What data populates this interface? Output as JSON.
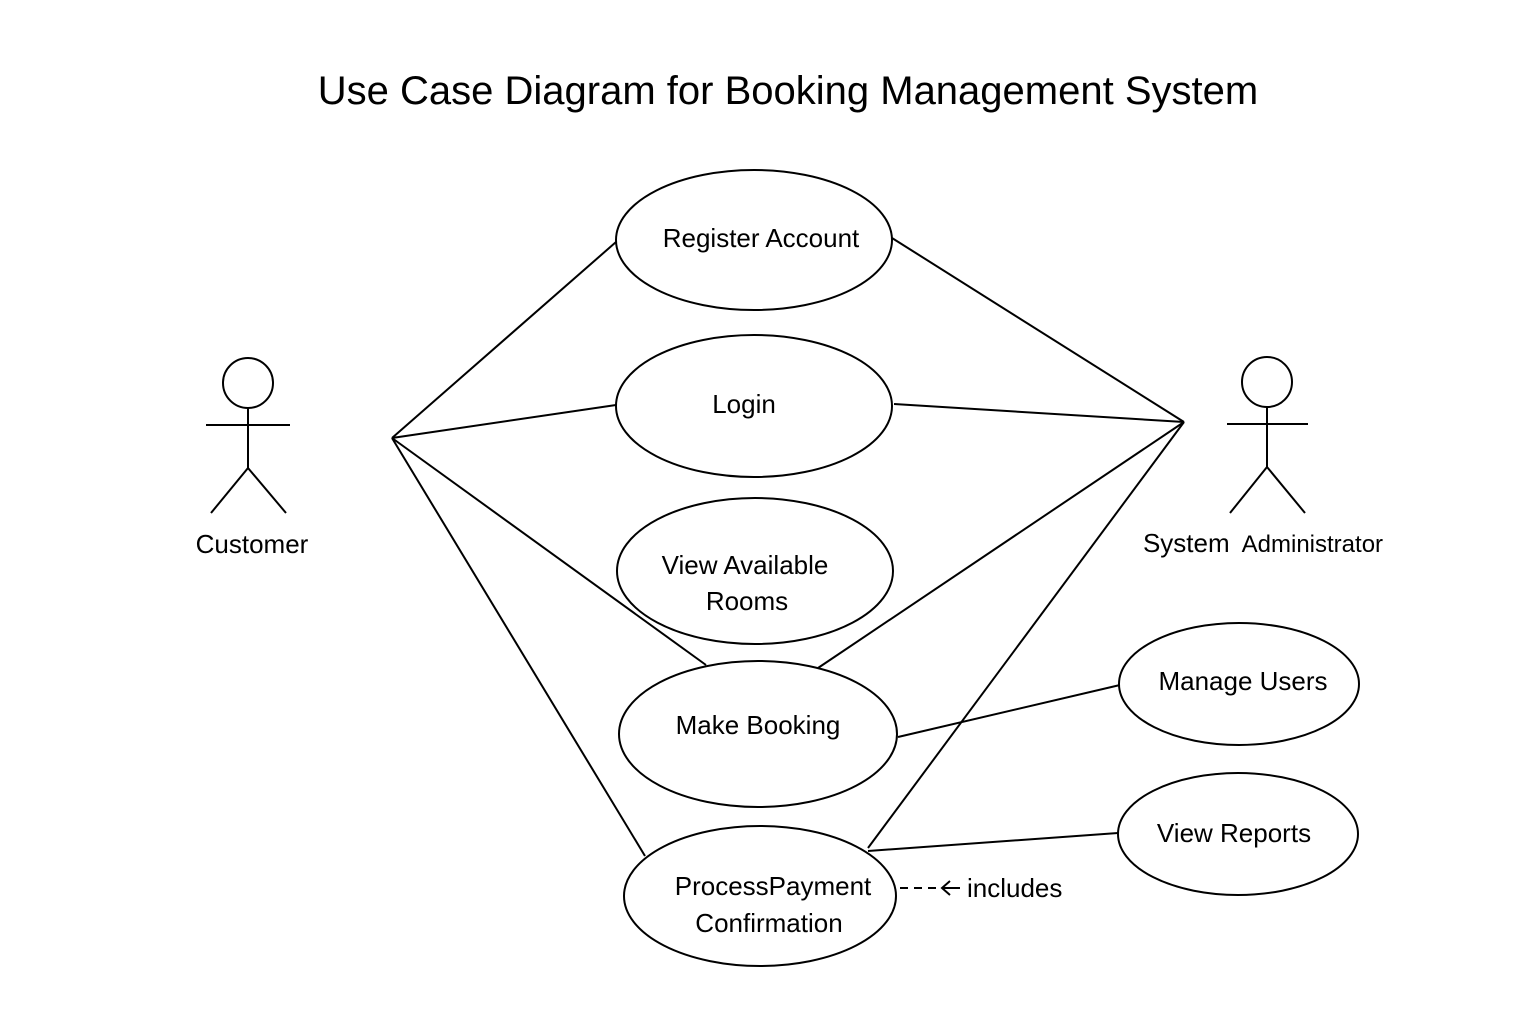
{
  "title": "Use Case Diagram for Booking Management System",
  "actors": {
    "customer": {
      "label": "Customer"
    },
    "admin": {
      "label_a": "System",
      "label_b": "Administrator"
    }
  },
  "use_cases": {
    "register": {
      "label": "Register Account"
    },
    "login": {
      "label": "Login"
    },
    "view_rooms": {
      "line1": "View Available",
      "line2": "Rooms"
    },
    "make_booking": {
      "label": "Make Booking"
    },
    "process_payment": {
      "line1": "ProcessPayment",
      "line2": "Confirmation"
    },
    "manage_users": {
      "label": "Manage Users"
    },
    "view_reports": {
      "label": "View Reports"
    }
  },
  "relations": {
    "include_label": "includes"
  }
}
